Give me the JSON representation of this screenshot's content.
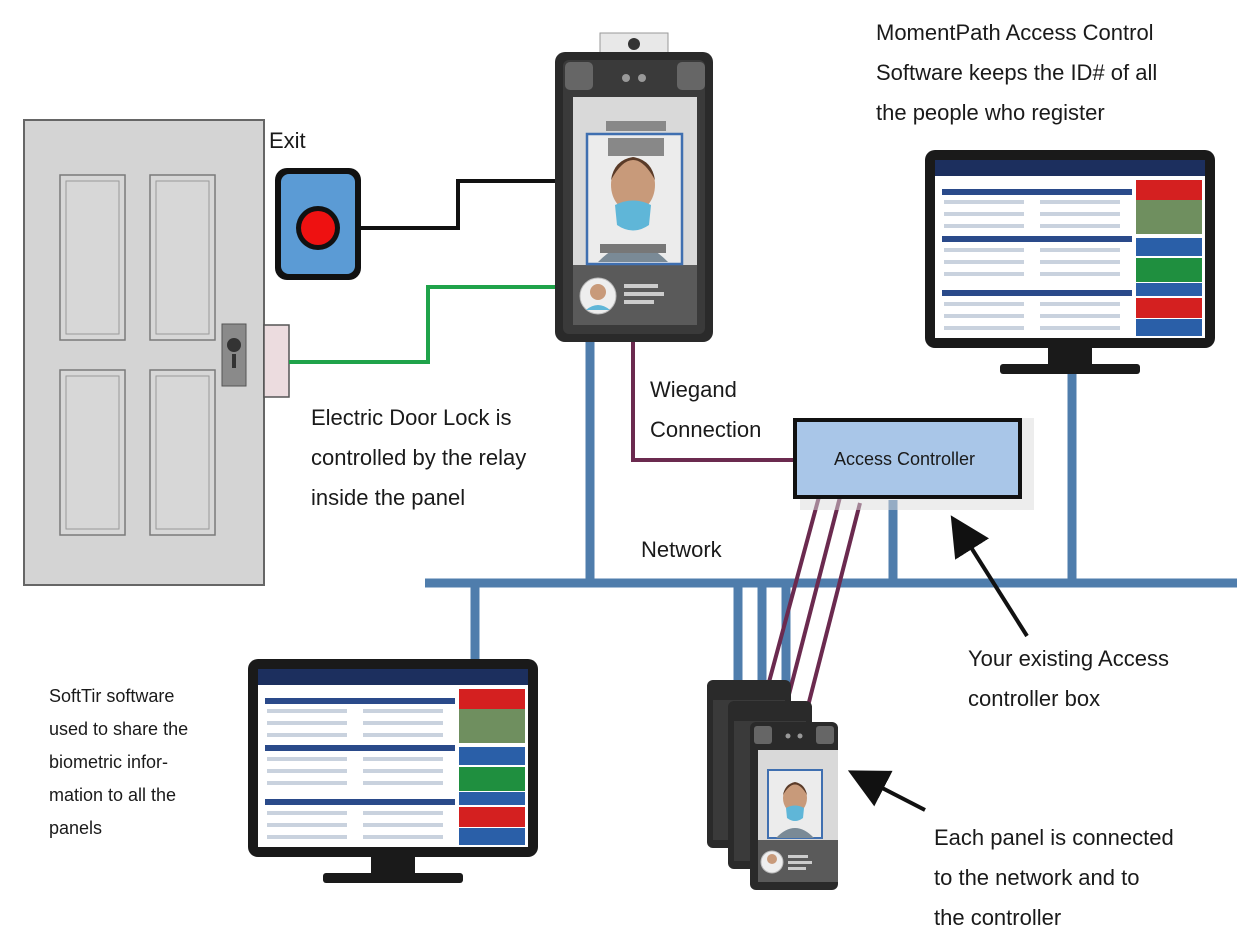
{
  "labels": {
    "exit": "Exit",
    "door_lock_line1": "Electric Door Lock is",
    "door_lock_line2": "controlled by the relay",
    "door_lock_line3": "inside the panel",
    "wiegand_line1": "Wiegand",
    "wiegand_line2": "Connection",
    "network": "Network",
    "access_controller": "Access Controller",
    "momentpath_line1": "MomentPath Access Control",
    "momentpath_line2": "Software keeps the ID# of all",
    "momentpath_line3": "the people who register",
    "existing_line1": "Your existing Access",
    "existing_line2": "controller box",
    "softtir_line1": "SoftTir software",
    "softtir_line2": "used to share the",
    "softtir_line3": "biometric infor-",
    "softtir_line4": "mation to all the",
    "softtir_line5": "panels",
    "each_panel_line1": "Each panel is connected",
    "each_panel_line2": "to the network and to",
    "each_panel_line3": "the controller"
  },
  "colors": {
    "network": "#4f7dac",
    "wiegand": "#6b2a4f",
    "exit_wire": "#111111",
    "lock_wire": "#1fa34a",
    "controller_fill": "#a9c6e8",
    "door": "#d4d4d4",
    "exit_button": "#5b9bd5",
    "exit_dot": "#ee1111",
    "mask": "#5fb6d8"
  }
}
